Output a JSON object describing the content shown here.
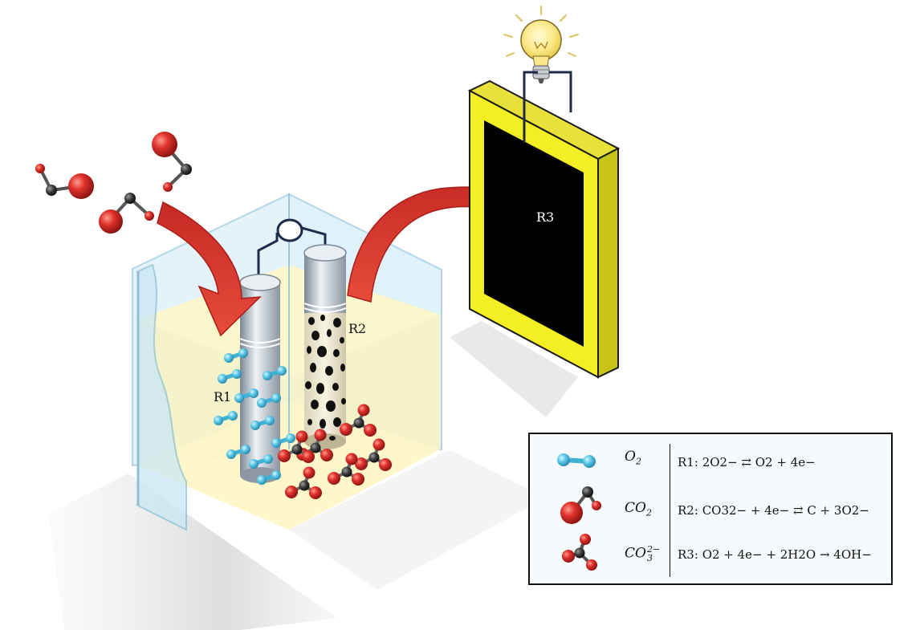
{
  "labels": {
    "r1": "R1",
    "r2": "R2",
    "r3": "R3"
  },
  "legend": {
    "species": [
      {
        "formula": "O",
        "sub": "2",
        "sup": "",
        "icon": "oxygen-molecule-icon"
      },
      {
        "formula": "CO",
        "sub": "2",
        "sup": "",
        "icon": "carbon-dioxide-molecule-icon"
      },
      {
        "formula": "CO",
        "sub": "3",
        "sup": "2−",
        "icon": "carbonate-ion-icon"
      }
    ],
    "reactions": [
      {
        "tag": "R1:",
        "equation": "2O2− ⇄ O2 + 4e−"
      },
      {
        "tag": "R2:",
        "equation": "CO32− + 4e− ⇄ C + 3O2−"
      },
      {
        "tag": "R3:",
        "equation": "O2 + 4e− + 2H2O → 4OH−"
      }
    ]
  },
  "colors": {
    "oxygen_atom": "#d9262b",
    "carbon_atom": "#333333",
    "o2_molecule": "#53c6e6",
    "arrow": "#d8332c",
    "battery_frame": "#f4ef22",
    "battery_screen": "#000000",
    "electrolyte": "#fbf3b8",
    "glass": "#c9e8f5"
  }
}
